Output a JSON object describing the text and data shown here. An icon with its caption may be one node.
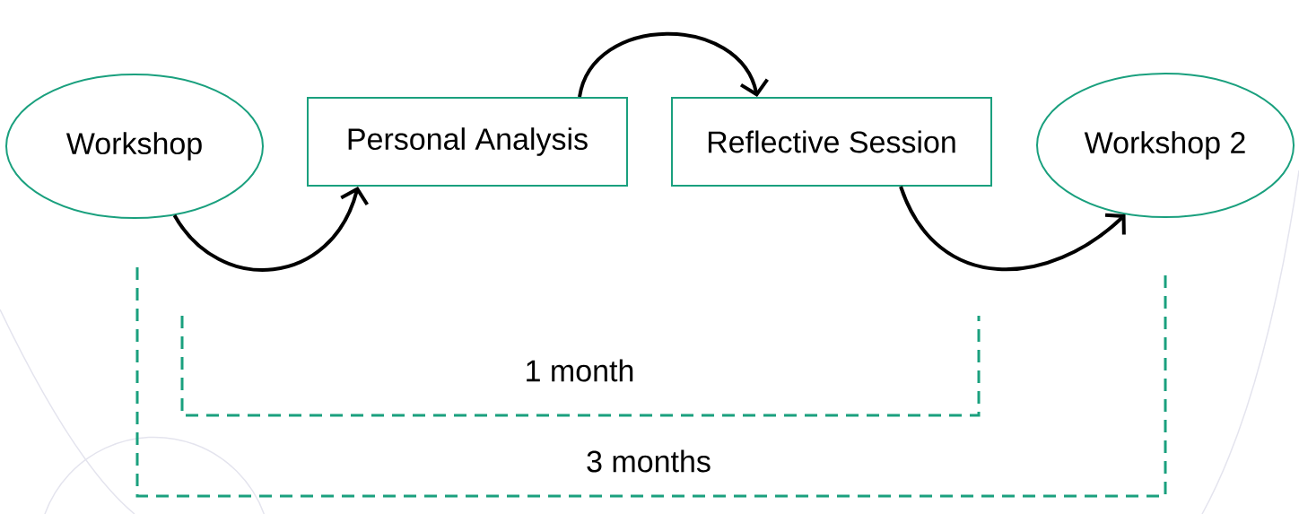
{
  "diagram": {
    "nodes": [
      {
        "text": [
          "Workshop"
        ]
      },
      {
        "text": [
          "Personal Analysis"
        ]
      },
      {
        "text": [
          "Reflective Session"
        ]
      },
      {
        "text": [
          "Workshop 2"
        ]
      }
    ],
    "edges": [
      {
        "from": 0,
        "to": 1,
        "arrow": "to"
      },
      {
        "from": 1,
        "to": 2,
        "arrow": "to"
      },
      {
        "from": 2,
        "to": 3,
        "arrow": "to"
      }
    ],
    "labels": [
      "1 month",
      "3 months"
    ]
  }
}
